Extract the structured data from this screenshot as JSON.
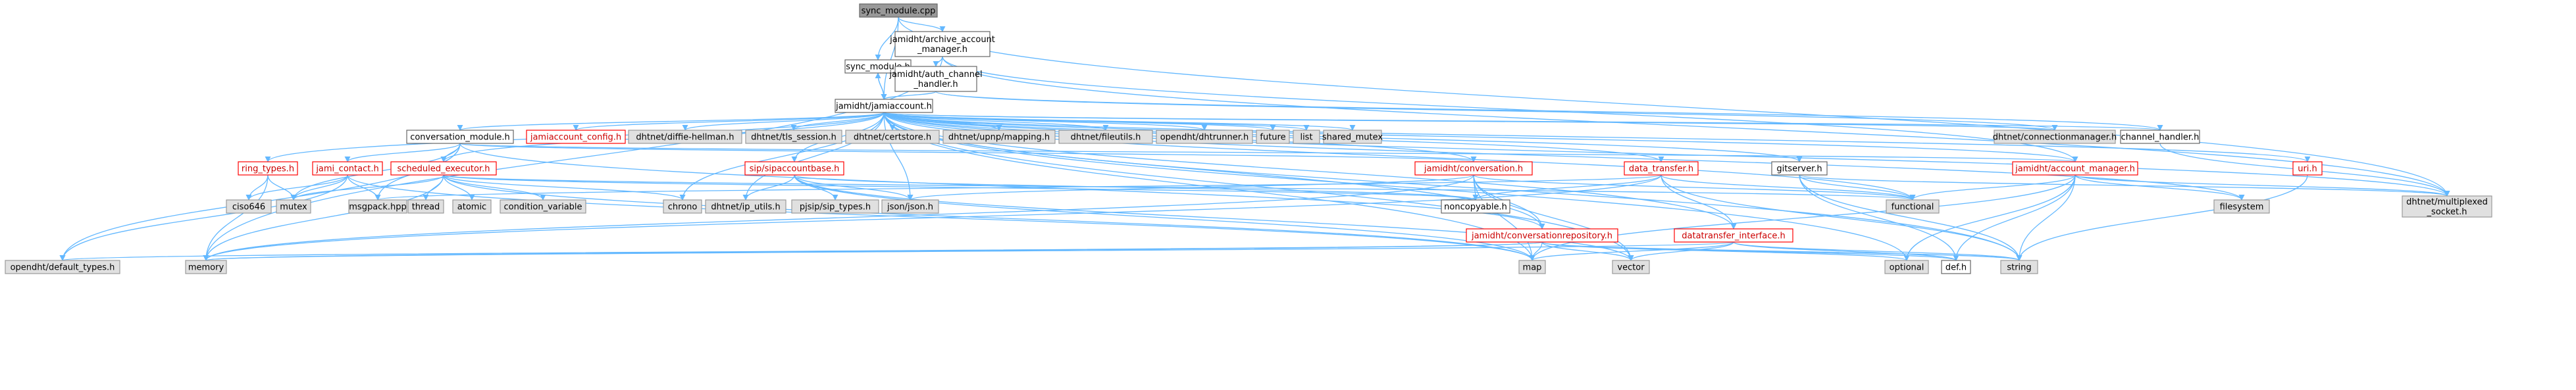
{
  "colors": {
    "edge": "#63b8ff",
    "focus_fill": "#999999",
    "focus_border": "#666666",
    "doc_fill": "#ffffff",
    "doc_border": "#666666",
    "doc_text": "#000000",
    "red_border": "#ff0000",
    "red_text": "#cc0000",
    "ext_fill": "#e0e0e0",
    "ext_border": "#999999"
  },
  "nodes": [
    {
      "id": "sync_module_cpp",
      "label": "sync_module.cpp",
      "style": "focus"
    },
    {
      "id": "archive_account_manager",
      "label": "jamidht/archive_account\n_manager.h",
      "style": "doc"
    },
    {
      "id": "sync_module_h",
      "label": "sync_module.h",
      "style": "doc"
    },
    {
      "id": "auth_channel_handler",
      "label": "jamidht/auth_channel\n_handler.h",
      "style": "doc"
    },
    {
      "id": "jamiaccount_h",
      "label": "jamidht/jamiaccount.h",
      "style": "doc"
    },
    {
      "id": "conversation_module",
      "label": "conversation_module.h",
      "style": "doc"
    },
    {
      "id": "jamiaccount_config",
      "label": "jamiaccount_config.h",
      "style": "red"
    },
    {
      "id": "diffie_hellman",
      "label": "dhtnet/diffie-hellman.h",
      "style": "ext"
    },
    {
      "id": "tls_session",
      "label": "dhtnet/tls_session.h",
      "style": "ext"
    },
    {
      "id": "certstore",
      "label": "dhtnet/certstore.h",
      "style": "ext"
    },
    {
      "id": "upnp_mapping",
      "label": "dhtnet/upnp/mapping.h",
      "style": "ext"
    },
    {
      "id": "fileutils",
      "label": "dhtnet/fileutils.h",
      "style": "ext"
    },
    {
      "id": "dhtrunner",
      "label": "opendht/dhtrunner.h",
      "style": "ext"
    },
    {
      "id": "future",
      "label": "future",
      "style": "ext"
    },
    {
      "id": "list",
      "label": "list",
      "style": "ext"
    },
    {
      "id": "shared_mutex",
      "label": "shared_mutex",
      "style": "ext"
    },
    {
      "id": "connectionmanager",
      "label": "dhtnet/connectionmanager.h",
      "style": "ext"
    },
    {
      "id": "channel_handler",
      "label": "channel_handler.h",
      "style": "doc"
    },
    {
      "id": "ring_types",
      "label": "ring_types.h",
      "style": "red"
    },
    {
      "id": "jami_contact",
      "label": "jami_contact.h",
      "style": "red"
    },
    {
      "id": "scheduled_executor",
      "label": "scheduled_executor.h",
      "style": "red"
    },
    {
      "id": "sipvoipcountbase",
      "label": "sip/sipaccountbase.h",
      "style": "red"
    },
    {
      "id": "jamidht_conversation",
      "label": "jamidht/conversation.h",
      "style": "red"
    },
    {
      "id": "data_transfer",
      "label": "data_transfer.h",
      "style": "red"
    },
    {
      "id": "gitserver",
      "label": "gitserver.h",
      "style": "doc"
    },
    {
      "id": "account_manager",
      "label": "jamidht/account_manager.h",
      "style": "red"
    },
    {
      "id": "uri_h",
      "label": "uri.h",
      "style": "red"
    },
    {
      "id": "cisso646",
      "label": "ciso646",
      "style": "ext"
    },
    {
      "id": "mutex",
      "label": "mutex",
      "style": "ext"
    },
    {
      "id": "msgpack",
      "label": "msgpack.hpp",
      "style": "ext"
    },
    {
      "id": "thread",
      "label": "thread",
      "style": "ext"
    },
    {
      "id": "atomic",
      "label": "atomic",
      "style": "ext"
    },
    {
      "id": "condition_variable",
      "label": "condition_variable",
      "style": "ext"
    },
    {
      "id": "chrono",
      "label": "chrono",
      "style": "ext"
    },
    {
      "id": "ip_utils",
      "label": "dhtnet/ip_utils.h",
      "style": "ext"
    },
    {
      "id": "sip_types",
      "label": "pjsip/sip_types.h",
      "style": "ext"
    },
    {
      "id": "json_json",
      "label": "json/json.h",
      "style": "ext"
    },
    {
      "id": "noncopyable",
      "label": "noncopyable.h",
      "style": "doc"
    },
    {
      "id": "conversationrepository",
      "label": "jamidht/conversationrepository.h",
      "style": "red"
    },
    {
      "id": "datatransfer_interface",
      "label": "datatransfer_interface.h",
      "style": "red"
    },
    {
      "id": "functional",
      "label": "functional",
      "style": "ext"
    },
    {
      "id": "filesystem",
      "label": "filesystem",
      "style": "ext"
    },
    {
      "id": "multiplexed_socket",
      "label": "dhtnet/multiplexed\n_socket.h",
      "style": "ext"
    },
    {
      "id": "default_types",
      "label": "opendht/default_types.h",
      "style": "ext"
    },
    {
      "id": "memory",
      "label": "memory",
      "style": "ext"
    },
    {
      "id": "map",
      "label": "map",
      "style": "ext"
    },
    {
      "id": "vector",
      "label": "vector",
      "style": "ext"
    },
    {
      "id": "optional",
      "label": "optional",
      "style": "ext"
    },
    {
      "id": "def_h",
      "label": "def.h",
      "style": "doc"
    },
    {
      "id": "string",
      "label": "string",
      "style": "ext"
    }
  ],
  "edges": [
    [
      "sync_module_cpp",
      "archive_account_manager"
    ],
    [
      "sync_module_cpp",
      "sync_module_h"
    ],
    [
      "sync_module_cpp",
      "jamiaccount_h"
    ],
    [
      "sync_module_cpp",
      "multiplexed_socket"
    ],
    [
      "archive_account_manager",
      "auth_channel_handler"
    ],
    [
      "archive_account_manager",
      "account_manager"
    ],
    [
      "archive_account_manager",
      "multiplexed_socket"
    ],
    [
      "archive_account_manager",
      "memory"
    ],
    [
      "sync_module_h",
      "jamiaccount_h"
    ],
    [
      "jamiaccount_h",
      "sync_module_h"
    ],
    [
      "auth_channel_handler",
      "jamiaccount_h"
    ],
    [
      "auth_channel_handler",
      "connectionmanager"
    ],
    [
      "auth_channel_handler",
      "channel_handler"
    ],
    [
      "jamiaccount_h",
      "conversation_module"
    ],
    [
      "jamiaccount_h",
      "jamiaccount_config"
    ],
    [
      "jamiaccount_h",
      "diffie_hellman"
    ],
    [
      "jamiaccount_h",
      "tls_session"
    ],
    [
      "jamiaccount_h",
      "certstore"
    ],
    [
      "jamiaccount_h",
      "upnp_mapping"
    ],
    [
      "jamiaccount_h",
      "fileutils"
    ],
    [
      "jamiaccount_h",
      "dhtrunner"
    ],
    [
      "jamiaccount_h",
      "future"
    ],
    [
      "jamiaccount_h",
      "list"
    ],
    [
      "jamiaccount_h",
      "shared_mutex"
    ],
    [
      "jamiaccount_h",
      "connectionmanager"
    ],
    [
      "jamiaccount_h",
      "channel_handler"
    ],
    [
      "jamiaccount_h",
      "ring_types"
    ],
    [
      "jamiaccount_h",
      "scheduled_executor"
    ],
    [
      "jamiaccount_h",
      "sipvoipcountbase"
    ],
    [
      "jamiaccount_h",
      "jamidht_conversation"
    ],
    [
      "jamiaccount_h",
      "data_transfer"
    ],
    [
      "jamiaccount_h",
      "gitserver"
    ],
    [
      "jamiaccount_h",
      "account_manager"
    ],
    [
      "jamiaccount_h",
      "uri_h"
    ],
    [
      "jamiaccount_h",
      "chrono"
    ],
    [
      "jamiaccount_h",
      "ip_utils"
    ],
    [
      "jamiaccount_h",
      "json_json"
    ],
    [
      "jamiaccount_h",
      "conversationrepository"
    ],
    [
      "jamiaccount_h",
      "datatransfer_interface"
    ],
    [
      "jamiaccount_h",
      "functional"
    ],
    [
      "jamiaccount_h",
      "filesystem"
    ],
    [
      "jamiaccount_h",
      "multiplexed_socket"
    ],
    [
      "jamiaccount_h",
      "map"
    ],
    [
      "jamiaccount_h",
      "vector"
    ],
    [
      "jamiaccount_h",
      "optional"
    ],
    [
      "jamiaccount_h",
      "string"
    ],
    [
      "channel_handler",
      "multiplexed_socket"
    ],
    [
      "conversation_module",
      "jami_contact"
    ],
    [
      "conversation_module",
      "scheduled_executor"
    ],
    [
      "conversation_module",
      "jamidht_conversation"
    ],
    [
      "conversation_module",
      "account_manager"
    ],
    [
      "conversation_module",
      "msgpack"
    ],
    [
      "conversation_module",
      "mutex"
    ],
    [
      "conversation_module",
      "conversationrepository"
    ],
    [
      "conversation_module",
      "default_types"
    ],
    [
      "ring_types",
      "cisso646"
    ],
    [
      "ring_types",
      "mutex"
    ],
    [
      "ring_types",
      "memory"
    ],
    [
      "jami_contact",
      "cisso646"
    ],
    [
      "jami_contact",
      "mutex"
    ],
    [
      "jami_contact",
      "msgpack"
    ],
    [
      "jami_contact",
      "default_types"
    ],
    [
      "jami_contact",
      "map"
    ],
    [
      "scheduled_executor",
      "thread"
    ],
    [
      "scheduled_executor",
      "atomic"
    ],
    [
      "scheduled_executor",
      "condition_variable"
    ],
    [
      "scheduled_executor",
      "chrono"
    ],
    [
      "scheduled_executor",
      "mutex"
    ],
    [
      "scheduled_executor",
      "functional"
    ],
    [
      "scheduled_executor",
      "memory"
    ],
    [
      "scheduled_executor",
      "map"
    ],
    [
      "scheduled_executor",
      "noncopyable"
    ],
    [
      "sipvoipcountbase",
      "ip_utils"
    ],
    [
      "sipvoipcountbase",
      "sip_types"
    ],
    [
      "sipvoipcountbase",
      "noncopyable"
    ],
    [
      "sipvoipcountbase",
      "json_json"
    ],
    [
      "sipvoipcountbase",
      "vector"
    ],
    [
      "sipvoipcountbase",
      "map"
    ],
    [
      "jamidht_conversation",
      "json_json"
    ],
    [
      "jamidht_conversation",
      "noncopyable"
    ],
    [
      "jamidht_conversation",
      "conversationrepository"
    ],
    [
      "jamidht_conversation",
      "memory"
    ],
    [
      "jamidht_conversation",
      "map"
    ],
    [
      "jamidht_conversation",
      "vector"
    ],
    [
      "jamidht_conversation",
      "functional"
    ],
    [
      "data_transfer",
      "noncopyable"
    ],
    [
      "data_transfer",
      "datatransfer_interface"
    ],
    [
      "data_transfer",
      "functional"
    ],
    [
      "data_transfer",
      "memory"
    ],
    [
      "data_transfer",
      "string"
    ],
    [
      "data_transfer",
      "msgpack"
    ],
    [
      "gitserver",
      "functional"
    ],
    [
      "gitserver",
      "multiplexed_socket"
    ],
    [
      "gitserver",
      "string"
    ],
    [
      "gitserver",
      "def_h"
    ],
    [
      "account_manager",
      "multiplexed_socket"
    ],
    [
      "account_manager",
      "filesystem"
    ],
    [
      "account_manager",
      "functional"
    ],
    [
      "account_manager",
      "map"
    ],
    [
      "account_manager",
      "optional"
    ],
    [
      "account_manager",
      "string"
    ],
    [
      "account_manager",
      "def_h"
    ],
    [
      "uri_h",
      "string"
    ],
    [
      "conversationrepository",
      "default_types"
    ],
    [
      "conversationrepository",
      "memory"
    ],
    [
      "conversationrepository",
      "vector"
    ],
    [
      "conversationrepository",
      "map"
    ],
    [
      "conversationrepository",
      "optional"
    ],
    [
      "conversationrepository",
      "def_h"
    ],
    [
      "conversationrepository",
      "string"
    ],
    [
      "datatransfer_interface",
      "memory"
    ],
    [
      "datatransfer_interface",
      "string"
    ],
    [
      "datatransfer_interface",
      "def_h"
    ],
    [
      "datatransfer_interface",
      "map"
    ],
    [
      "datatransfer_interface",
      "vector"
    ]
  ]
}
